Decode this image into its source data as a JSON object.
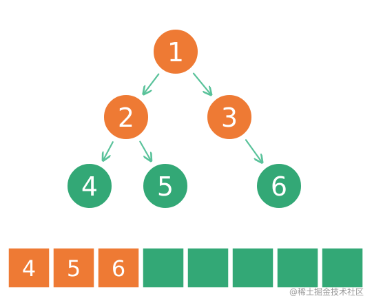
{
  "colors": {
    "visited": "#ee7a34",
    "unvisited": "#33a876",
    "arrow": "#59c29a",
    "outline": "#ffffff"
  },
  "tree": {
    "nodes": [
      {
        "id": "1",
        "label": "1",
        "state": "visited"
      },
      {
        "id": "2",
        "label": "2",
        "state": "visited"
      },
      {
        "id": "3",
        "label": "3",
        "state": "visited"
      },
      {
        "id": "4",
        "label": "4",
        "state": "unvisited"
      },
      {
        "id": "5",
        "label": "5",
        "state": "unvisited"
      },
      {
        "id": "6",
        "label": "6",
        "state": "unvisited"
      }
    ],
    "edges": [
      {
        "from": "1",
        "to": "2"
      },
      {
        "from": "1",
        "to": "3"
      },
      {
        "from": "2",
        "to": "4"
      },
      {
        "from": "2",
        "to": "5"
      },
      {
        "from": "3",
        "to": "6"
      }
    ]
  },
  "queue": {
    "cells": [
      {
        "label": "4",
        "state": "visited"
      },
      {
        "label": "5",
        "state": "visited"
      },
      {
        "label": "6",
        "state": "visited"
      },
      {
        "label": "",
        "state": "unvisited"
      },
      {
        "label": "",
        "state": "unvisited"
      },
      {
        "label": "",
        "state": "unvisited"
      },
      {
        "label": "",
        "state": "unvisited"
      },
      {
        "label": "",
        "state": "unvisited"
      }
    ]
  },
  "watermark": "@稀土掘金技术社区"
}
